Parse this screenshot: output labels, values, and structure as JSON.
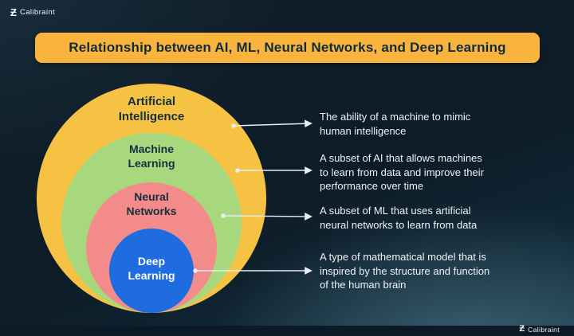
{
  "brand": {
    "name": "Calibraint",
    "glyph": "Ƶ"
  },
  "header": {
    "title": "Relationship between AI, ML, Neural Networks, and Deep Learning",
    "banner_color": "#F8B43C",
    "title_color": "#112B3B"
  },
  "diagram": {
    "type": "nested-circles",
    "rings": [
      {
        "label": "Artificial\nIntelligence",
        "color": "#F6C244",
        "label_color": "#13303F"
      },
      {
        "label": "Machine\nLearning",
        "color": "#A7D87D",
        "label_color": "#13303F"
      },
      {
        "label": "Neural\nNetworks",
        "color": "#F48B8B",
        "label_color": "#13303F"
      },
      {
        "label": "Deep\nLearning",
        "color": "#1E6CE0",
        "label_color": "#FFFFFF"
      }
    ],
    "annotations": [
      {
        "text": "The ability of a machine to mimic\nhuman intelligence"
      },
      {
        "text": "A subset of AI that allows machines\nto learn from data and improve their\nperformance over time"
      },
      {
        "text": "A subset of ML that uses artificial\nneural networks to learn from data"
      },
      {
        "text": "A type of mathematical model that is\ninspired by the structure and function\nof the human brain"
      }
    ],
    "connector_color": "#E9EEF2"
  },
  "footer": {
    "brand": "Calibraint"
  }
}
